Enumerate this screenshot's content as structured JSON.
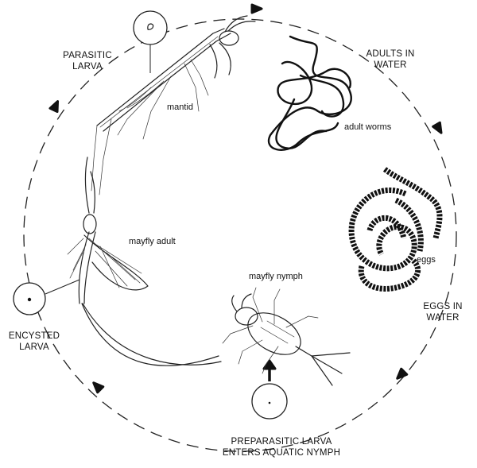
{
  "labels": {
    "adults_in_water": [
      "ADULTS IN",
      "WATER"
    ],
    "eggs_in_water": [
      "EGGS IN",
      "WATER"
    ],
    "preparasitic": [
      "PREPARASITIC LARVA",
      "ENTERS AQUATIC NYMPH"
    ],
    "encysted": [
      "ENCYSTED",
      "LARVA"
    ],
    "parasitic": [
      "PARASITIC",
      "LARVA"
    ]
  },
  "captions": {
    "mantid": "mantid",
    "adult_worms": "adult worms",
    "eggs": "eggs",
    "mayfly_nymph": "mayfly nymph",
    "mayfly_adult": "mayfly adult"
  },
  "colors": {
    "ink": "#111111",
    "background": "#ffffff"
  }
}
